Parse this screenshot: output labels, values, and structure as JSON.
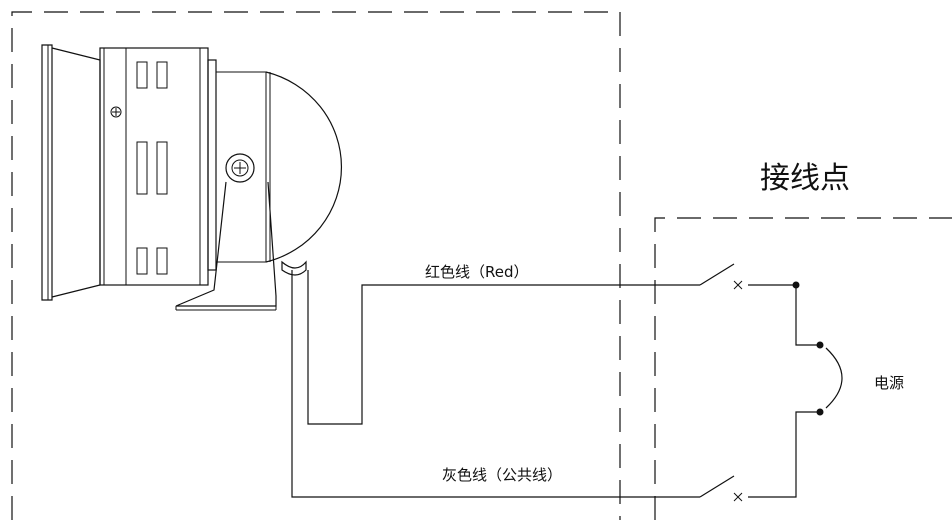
{
  "labels": {
    "connection_point": "接线点",
    "red_wire": "红色线（Red）",
    "gray_wire": "灰色线（公共线）",
    "power_source": "电源"
  }
}
